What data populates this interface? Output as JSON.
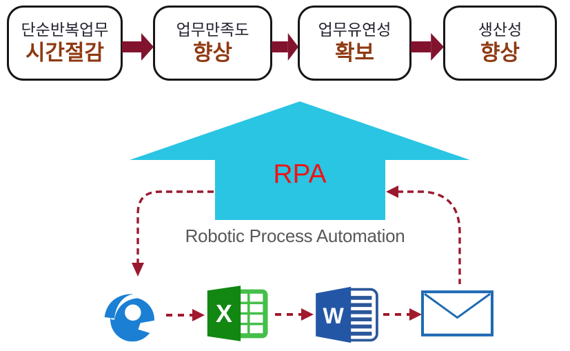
{
  "flow": {
    "boxes": [
      {
        "line1": "단순반복업무",
        "line2": "시간절감"
      },
      {
        "line1": "업무만족도",
        "line2": "향상"
      },
      {
        "line1": "업무유연성",
        "line2": "확보"
      },
      {
        "line1": "생산성",
        "line2": "향상"
      }
    ]
  },
  "rpa": {
    "title": "RPA",
    "subtitle": "Robotic Process Automation"
  },
  "bottom_icons": [
    {
      "name": "edge-browser"
    },
    {
      "name": "excel"
    },
    {
      "name": "word"
    },
    {
      "name": "email-envelope"
    }
  ],
  "icon_letters": {
    "excel": "X",
    "word": "W"
  },
  "colors": {
    "flow_block_arrow": "#82132f",
    "dashed_connector": "#9a1930",
    "rpa_arrow_cyan": "#29c5e3",
    "rpa_text_red": "#ee1414",
    "subtitle_gray": "#57585a",
    "box_line1_text": "#23222e",
    "box_line2_text": "#8f3a12",
    "edge_blue": "#1b7fd4",
    "excel_dark_green": "#128712",
    "excel_light_green": "#45bf49",
    "word_blue": "#2456a6",
    "envelope_blue": "#1e6ab4"
  }
}
